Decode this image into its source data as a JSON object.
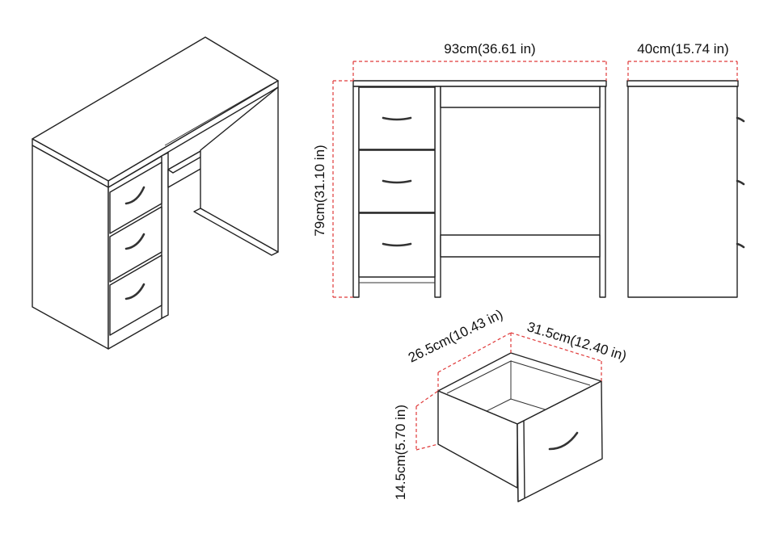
{
  "dimensions": {
    "width": "93cm(36.61 in)",
    "depth": "40cm(15.74 in)",
    "height": "79cm(31.10 in)",
    "drawer_width": "26.5cm(10.43 in)",
    "drawer_depth": "31.5cm(12.40 in)",
    "drawer_height": "14.5cm(5.70 in)"
  },
  "colors": {
    "dimension_line": "#e03a3a",
    "outline": "#222222"
  }
}
